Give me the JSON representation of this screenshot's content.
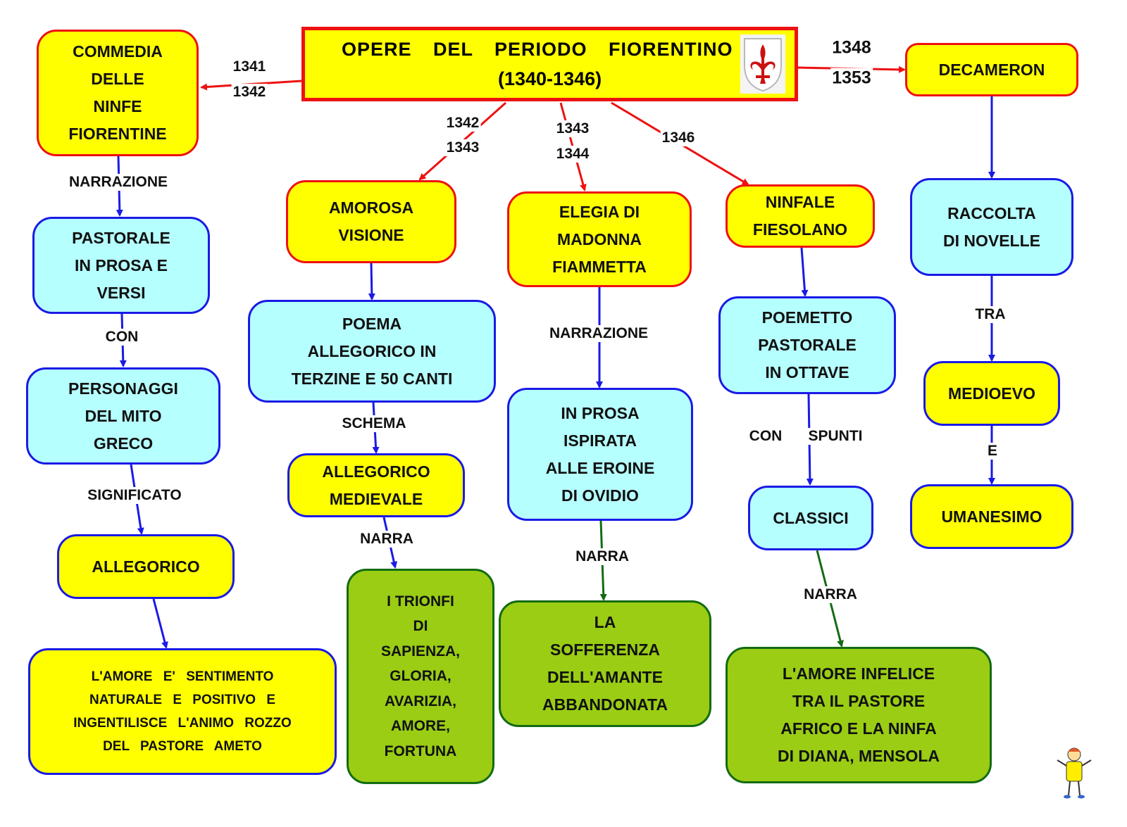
{
  "title": {
    "line1": "OPERE DEL PERIODO FIORENTINO",
    "line2": "(1340-1346)",
    "emblem": "florence-lily-icon"
  },
  "nodes": {
    "commedia": "COMMEDIA\nDELLE\nNINFE\nFIORENTINE",
    "pastorale": "PASTORALE\nIN   PROSA   E\nVERSI",
    "personaggi": "PERSONAGGI\nDEL   MITO\nGRECO",
    "allegorico_left": "ALLEGORICO",
    "amore_naturale": "L'AMORE E' SENTIMENTO NATURALE E POSITIVO E INGENTILISCE L'ANIMO ROZZO DEL PASTORE AMETO",
    "amorosa": "AMOROSA\nVISIONE",
    "poema": "POEMA\nALLEGORICO   IN\nTERZINE   E  50   CANTI",
    "allegorico_medievale": "ALLEGORICO\nMEDIEVALE",
    "trionfi": "I   TRIONFI\nDI\nSAPIENZA,\nGLORIA,\nAVARIZIA,\nAMORE,\nFORTUNA",
    "elegia": "ELEGIA   DI\nMADONNA\nFIAMMETTA",
    "in_prosa": "IN   PROSA\nISPIRATA\nALLE   EROINE\nDI   OVIDIO",
    "sofferenza": "LA\nSOFFERENZA\nDELL'AMANTE\nABBANDONATA",
    "ninfale": "NINFALE\nFIESOLANO",
    "poemetto": "POEMETTO\nPASTORALE\nIN   OTTAVE",
    "classici": "CLASSICI",
    "amore_infelice": "L'AMORE    INFELICE\nTRA  IL   PASTORE\nAFRICO  E  LA   NINFA\nDI   DIANA,    MENSOLA",
    "decameron": "DECAMERON",
    "raccolta": "RACCOLTA\nDI   NOVELLE",
    "medioevo": "MEDIOEVO",
    "umanesimo": "UMANESIMO"
  },
  "edge_labels": {
    "y1341": "1341",
    "y1342a": "1342",
    "y1342b": "1342",
    "y1343a": "1343",
    "y1343b": "1343",
    "y1344": "1344",
    "y1346": "1346",
    "y1348": "1348",
    "y1353": "1353",
    "narrazione1": "NARRAZIONE",
    "con1": "CON",
    "significato": "SIGNIFICATO",
    "schema": "SCHEMA",
    "narra1": "NARRA",
    "narrazione2": "NARRAZIONE",
    "narra2": "NARRA",
    "con2": "CON",
    "spunti": "SPUNTI",
    "narra3": "NARRA",
    "tra": "TRA",
    "e": "E"
  },
  "colors": {
    "yellow": "#ffff00",
    "cyan": "#b6ffff",
    "green": "#9acd14",
    "red_edge": "#ee1111",
    "blue_edge": "#1a1ae6",
    "green_edge": "#136b13"
  }
}
